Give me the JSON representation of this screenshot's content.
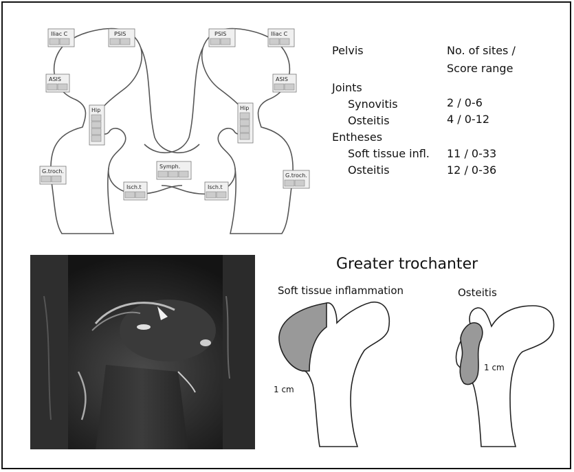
{
  "pelvis_sites": {
    "iliac_c_right": "Iliac C",
    "psis_right": "PSIS",
    "asis_right": "ASIS",
    "hip_right": "Hip",
    "gtroch_right": "G.troch.",
    "symph": "Symph.",
    "isch_right": "Isch.t",
    "isch_left": "Isch.t",
    "psis_left": "PSIS",
    "iliac_c_left": "Iliac C",
    "asis_left": "ASIS",
    "hip_left": "Hip",
    "gtroch_left": "G.troch."
  },
  "table": {
    "col1_header": "Pelvis",
    "col2_header_line1": "No. of sites /",
    "col2_header_line2": "Score range",
    "joints_label": "Joints",
    "synovitis_label": "Synovitis",
    "synovitis_value": "2 / 0-6",
    "osteitis_joint_label": "Osteitis",
    "osteitis_joint_value": "4 / 0-12",
    "entheses_label": "Entheses",
    "soft_tissue_label": "Soft tissue infl.",
    "soft_tissue_value": "11 / 0-33",
    "osteitis_enth_label": "Osteitis",
    "osteitis_enth_value": "12 / 0-36"
  },
  "trochanter": {
    "title": "Greater trochanter",
    "soft_tissue_label": "Soft tissue inflammation",
    "osteitis_label": "Osteitis",
    "measure_left": "1 cm",
    "measure_right": "1 cm"
  },
  "colors": {
    "shade": "#999999",
    "outline": "#222222"
  }
}
